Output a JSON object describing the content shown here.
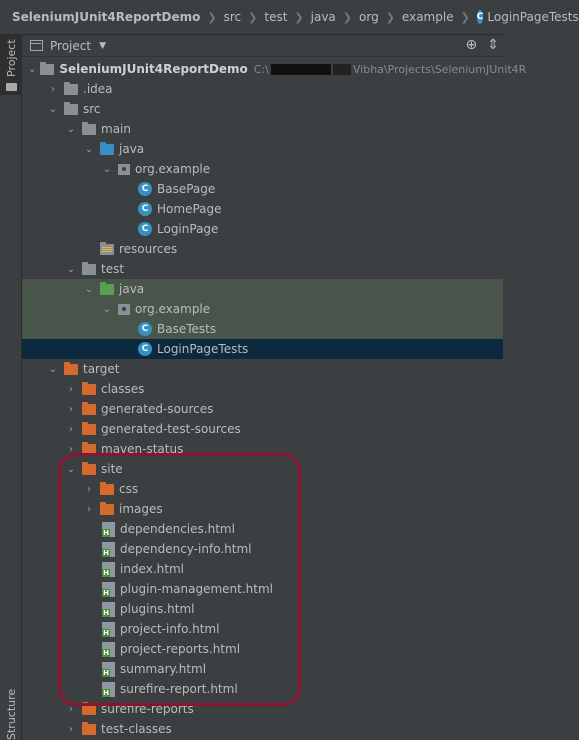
{
  "breadcrumb": {
    "items": [
      "SeleniumJUnit4ReportDemo",
      "src",
      "test",
      "java",
      "org",
      "example",
      "LoginPageTests"
    ],
    "icon": "class-icon"
  },
  "left_strip": {
    "project_label": "Project",
    "structure_label": "Structure"
  },
  "panel": {
    "title": "Project",
    "icons": [
      "target-icon",
      "collapse-icon"
    ]
  },
  "tree": {
    "root": {
      "label": "SeleniumJUnit4ReportDemo",
      "path_prefix": "C:\\",
      "path_suffix": "Vibha\\Projects\\SeleniumJUnit4R"
    },
    "items": [
      {
        "label": ".idea"
      },
      {
        "label": "src"
      },
      {
        "label": "main"
      },
      {
        "label": "java"
      },
      {
        "label": "org.example"
      },
      {
        "label": "BasePage"
      },
      {
        "label": "HomePage"
      },
      {
        "label": "LoginPage"
      },
      {
        "label": "resources"
      },
      {
        "label": "test"
      },
      {
        "label": "java"
      },
      {
        "label": "org.example"
      },
      {
        "label": "BaseTests"
      },
      {
        "label": "LoginPageTests"
      },
      {
        "label": "target"
      },
      {
        "label": "classes"
      },
      {
        "label": "generated-sources"
      },
      {
        "label": "generated-test-sources"
      },
      {
        "label": "maven-status"
      },
      {
        "label": "site"
      },
      {
        "label": "css"
      },
      {
        "label": "images"
      },
      {
        "label": "dependencies.html"
      },
      {
        "label": "dependency-info.html"
      },
      {
        "label": "index.html"
      },
      {
        "label": "plugin-management.html"
      },
      {
        "label": "plugins.html"
      },
      {
        "label": "project-info.html"
      },
      {
        "label": "project-reports.html"
      },
      {
        "label": "summary.html"
      },
      {
        "label": "surefire-report.html"
      },
      {
        "label": "surefire-reports"
      },
      {
        "label": "test-classes"
      }
    ]
  },
  "colors": {
    "highlight": "#8b1531",
    "test_row": "#49554a",
    "selected_row": "#0d293e"
  }
}
